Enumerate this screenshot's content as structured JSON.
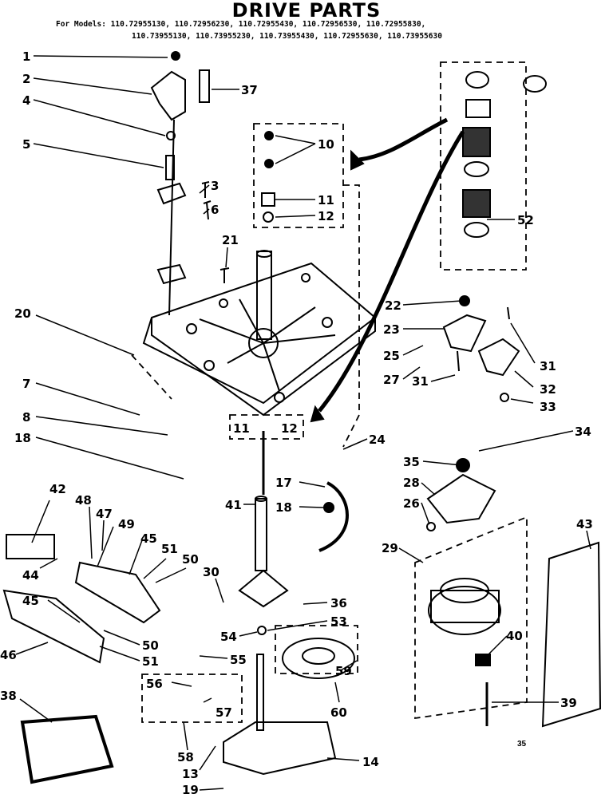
{
  "title": "DRIVE PARTS",
  "models_line_1": "For Models: 110.72955130, 110.72956230, 110.72955430, 110.72956530, 110.72955830,",
  "models_line_2": "110.73955130, 110.73955230, 110.73955430, 110.72955630, 110.73955630",
  "page_code": "35",
  "callouts": [
    "1",
    "2",
    "4",
    "5",
    "3",
    "6",
    "37",
    "10",
    "11",
    "12",
    "21",
    "52",
    "20",
    "22",
    "23",
    "25",
    "27",
    "31",
    "31",
    "32",
    "33",
    "7",
    "8",
    "18",
    "11",
    "12",
    "24",
    "34",
    "35",
    "28",
    "26",
    "17",
    "18",
    "41",
    "42",
    "48",
    "47",
    "49",
    "45",
    "51",
    "50",
    "44",
    "30",
    "36",
    "53",
    "54",
    "55",
    "45",
    "50",
    "46",
    "51",
    "56",
    "57",
    "59",
    "60",
    "29",
    "43",
    "40",
    "39",
    "58",
    "38",
    "13",
    "19",
    "14"
  ]
}
